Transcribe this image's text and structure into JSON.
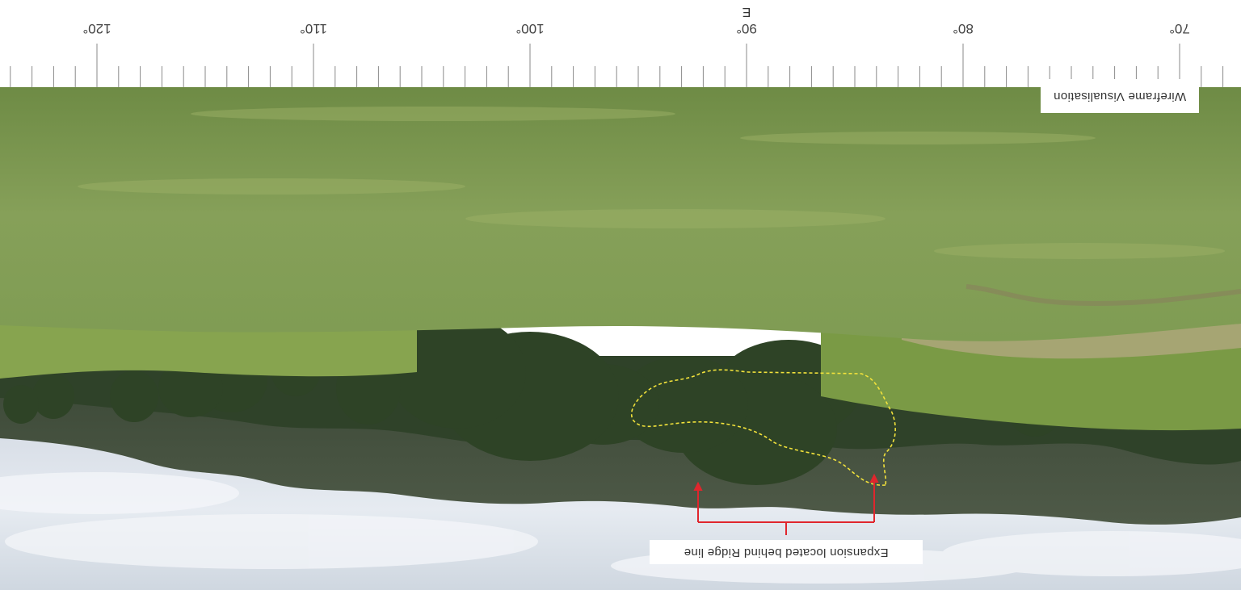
{
  "window": {
    "title": "Wireframe Visualisation"
  },
  "annotation": {
    "text": "Expansion located behind Ridge line"
  },
  "compass": {
    "heading_label": "E",
    "ticks": [
      "70°",
      "80°",
      "90°",
      "100°",
      "110°",
      "120°"
    ],
    "range_deg": [
      68,
      125
    ]
  },
  "colors": {
    "marker_line": "#e0262d",
    "outline_dashed": "#f2e23b",
    "sky": "#dfe6ee",
    "grass": "#7f9a4e"
  },
  "orientation": "rotated-180"
}
